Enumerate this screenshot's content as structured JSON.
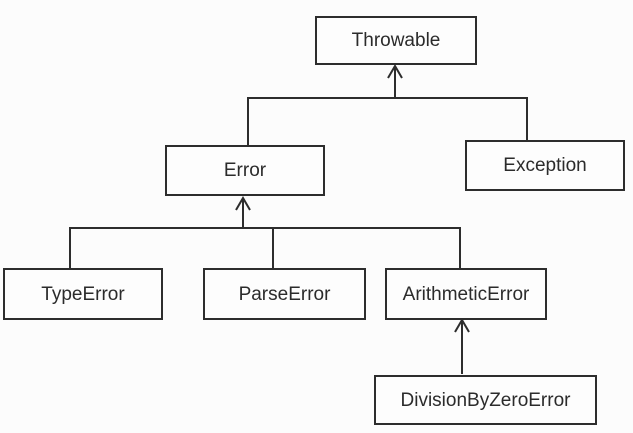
{
  "diagram": {
    "type": "class-hierarchy",
    "nodes": {
      "throwable": {
        "label": "Throwable"
      },
      "error": {
        "label": "Error"
      },
      "exception": {
        "label": "Exception"
      },
      "type_error": {
        "label": "TypeError"
      },
      "parse_error": {
        "label": "ParseError"
      },
      "arithmetic_error": {
        "label": "ArithmeticError"
      },
      "division_by_zero": {
        "label": "DivisionByZeroError"
      }
    },
    "edges": [
      {
        "from": "Error",
        "to": "Throwable",
        "style": "open-arrow-up"
      },
      {
        "from": "Exception",
        "to": "Throwable",
        "style": "open-arrow-up"
      },
      {
        "from": "TypeError",
        "to": "Error",
        "style": "open-arrow-up"
      },
      {
        "from": "ParseError",
        "to": "Error",
        "style": "open-arrow-up"
      },
      {
        "from": "ArithmeticError",
        "to": "Error",
        "style": "open-arrow-up"
      },
      {
        "from": "DivisionByZeroError",
        "to": "ArithmeticError",
        "style": "open-arrow-up"
      }
    ],
    "colors": {
      "line": "#2d2d2d",
      "text": "#2b2b2b",
      "background": "#fcfcfc",
      "box_background": "#fdfdfd"
    }
  }
}
